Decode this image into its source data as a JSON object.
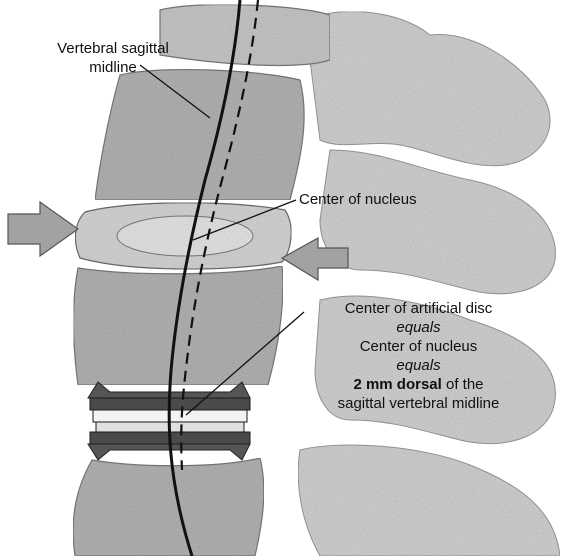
{
  "labels": {
    "sagittal_midline": {
      "line1": "Vertebral sagittal",
      "line2": "midline"
    },
    "center_of_nucleus": "Center of nucleus",
    "artificial_disc": {
      "line1": "Center of artificial disc",
      "line2": "equals",
      "line3": "Center of nucleus",
      "line4": "equals",
      "line5_bold": "2 mm dorsal",
      "line5_rest": " of the",
      "line6": "sagittal vertebral midline"
    }
  },
  "colors": {
    "bone": "#b9b9b9",
    "bone_dark": "#8a8a8a",
    "disc": "#d4d4d4",
    "arrow": "#a2a2a2",
    "line": "#111111"
  }
}
